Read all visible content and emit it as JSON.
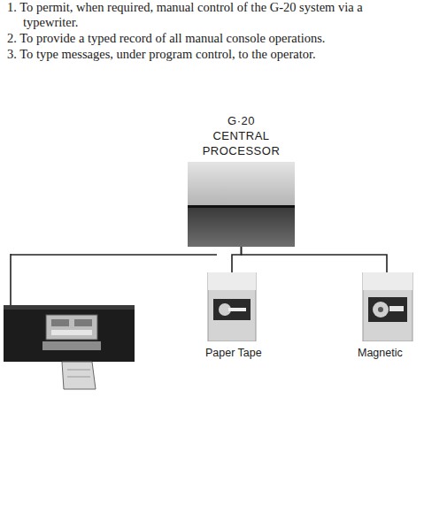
{
  "diagram": {
    "nodes": [
      {
        "text": [
          "G·20 CENTRAL PROCESSOR"
        ]
      },
      {
        "text": [
          "Paper Tape"
        ]
      },
      {
        "text": [
          "Magnetic"
        ]
      }
    ],
    "edges": [
      {
        "from": 0,
        "to": 1,
        "arrow": "none"
      },
      {
        "from": 0,
        "to": 2,
        "arrow": "none"
      }
    ],
    "labels": [
      "1. To permit, when required, manual control of the G-20 system via a typewriter.",
      "2. To provide a typed record of all manual console operations.",
      "3. To type messages, under program control, to the operator."
    ]
  }
}
